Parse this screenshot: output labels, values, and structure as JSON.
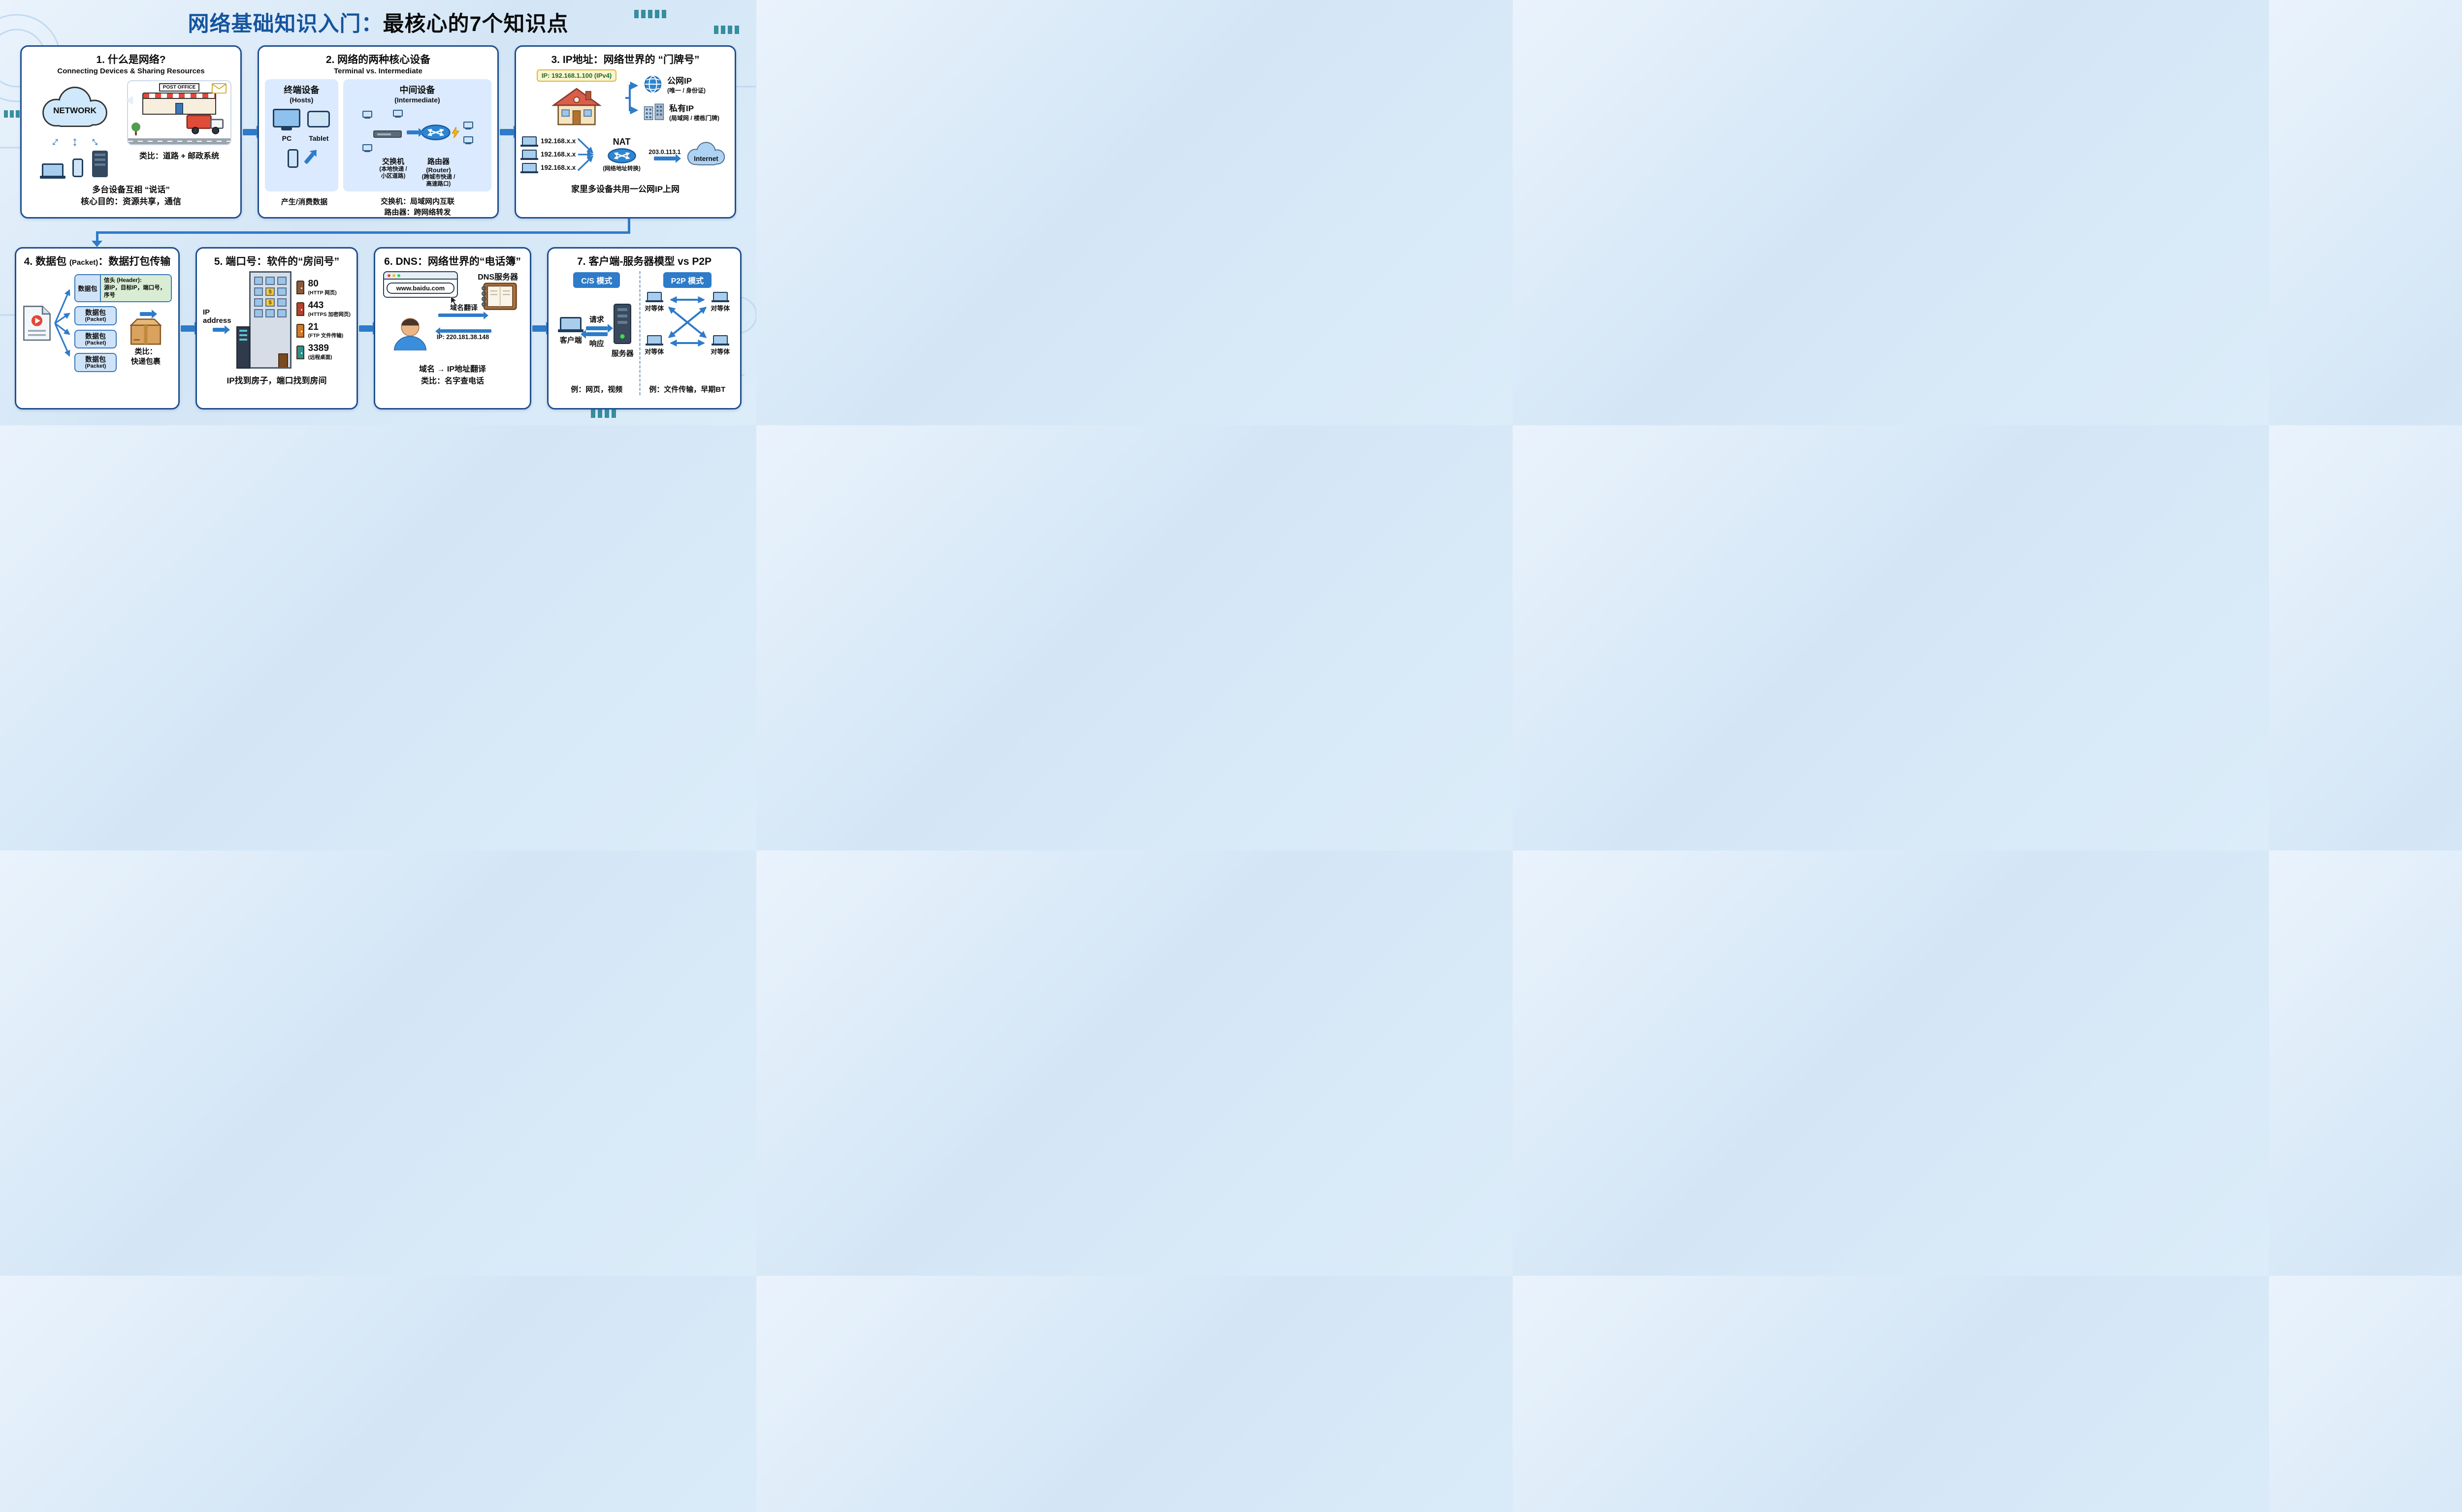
{
  "title": {
    "highlight": "网络基础知识入门：",
    "rest": "最核心的7个知识点"
  },
  "icons": {
    "up_down_arrow": "↕"
  },
  "panel1": {
    "heading": "1. 什么是网络?",
    "subtitle": "Connecting Devices & Sharing Resources",
    "cloud_label": "NETWORK",
    "post_office_sign": "POST OFFICE",
    "analogy": "类比：道路 + 邮政系统",
    "caption_line1": "多台设备互相 “说话”",
    "caption_line2": "核心目的：资源共享，通信"
  },
  "panel2": {
    "heading": "2. 网络的两种核心设备",
    "subtitle": "Terminal vs. Intermediate",
    "hosts": {
      "title": "终端设备",
      "subtitle": "(Hosts)",
      "pc": "PC",
      "tablet": "Tablet",
      "caption": "产生/消费数据"
    },
    "intermediate": {
      "title": "中间设备",
      "subtitle": "(Intermediate)",
      "switch_name": "交换机",
      "switch_note1": "(本地快递 /",
      "switch_note2": "小区道路)",
      "router_name": "路由器",
      "router_en": "(Router)",
      "router_note1": "(跨城市快递 /",
      "router_note2": "高速路口)"
    },
    "caption1": "交换机：局域网内互联",
    "caption2": "路由器：跨网络转发"
  },
  "panel3": {
    "heading": "3. IP地址：网络世界的 “门牌号”",
    "ip_badge": "IP: 192.168.1.100 (IPv4)",
    "public_ip": {
      "title": "公网IP",
      "note": "(唯一 / 身份证)"
    },
    "private_ip": {
      "title": "私有IP",
      "note": "(局域网 / 楼栋门牌)"
    },
    "lan_ips": [
      "192.168.x.x",
      "192.168.x.x",
      "192.168.x.x"
    ],
    "nat": "NAT",
    "nat_note": "(网络地址转换)",
    "public_addr": "203.0.113.1",
    "internet": "Internet",
    "caption": "家里多设备共用一公网IP上网"
  },
  "panel4": {
    "heading_main": "4. 数据包",
    "heading_en": "(Packet)",
    "heading_rest": "：数据打包传输",
    "header_packet": "数据包",
    "header_title": "信头 (Header):",
    "header_fields": "源IP，目标IP，端口号，序号",
    "packet_label": "数据包",
    "packet_en": "(Packet)",
    "analogy1": "类比：",
    "analogy2": "快递包裹"
  },
  "panel5": {
    "heading": "5. 端口号：软件的“房间号”",
    "ip_label": "IP address",
    "window_symbol": "$",
    "ports": [
      {
        "num": "80",
        "desc": "(HTTP 网页)"
      },
      {
        "num": "443",
        "desc": "(HTTPS 加密网页)"
      },
      {
        "num": "21",
        "desc": "(FTP 文件传输)"
      },
      {
        "num": "3389",
        "desc": "(远程桌面)"
      }
    ],
    "caption": "IP找到房子，端口找到房间"
  },
  "panel6": {
    "heading": "6. DNS：网络世界的“电话簿”",
    "url": "www.baidu.com",
    "dns_label": "DNS服务器",
    "query_label": "域名翻译",
    "answer_label": "IP: 220.181.38.148",
    "caption1": "域名 → IP地址翻译",
    "caption2": "类比：名字查电话"
  },
  "panel7": {
    "heading": "7. 客户端-服务器模型 vs P2P",
    "cs_badge": "C/S 模式",
    "p2p_badge": "P2P 模式",
    "client": "客户端",
    "request": "请求",
    "response": "响应",
    "server": "服务器",
    "peers": [
      "对等体",
      "对等体",
      "对等体",
      "对等体"
    ],
    "cs_example": "例：网页，视频",
    "p2p_example": "例：文件传输，早期BT"
  }
}
